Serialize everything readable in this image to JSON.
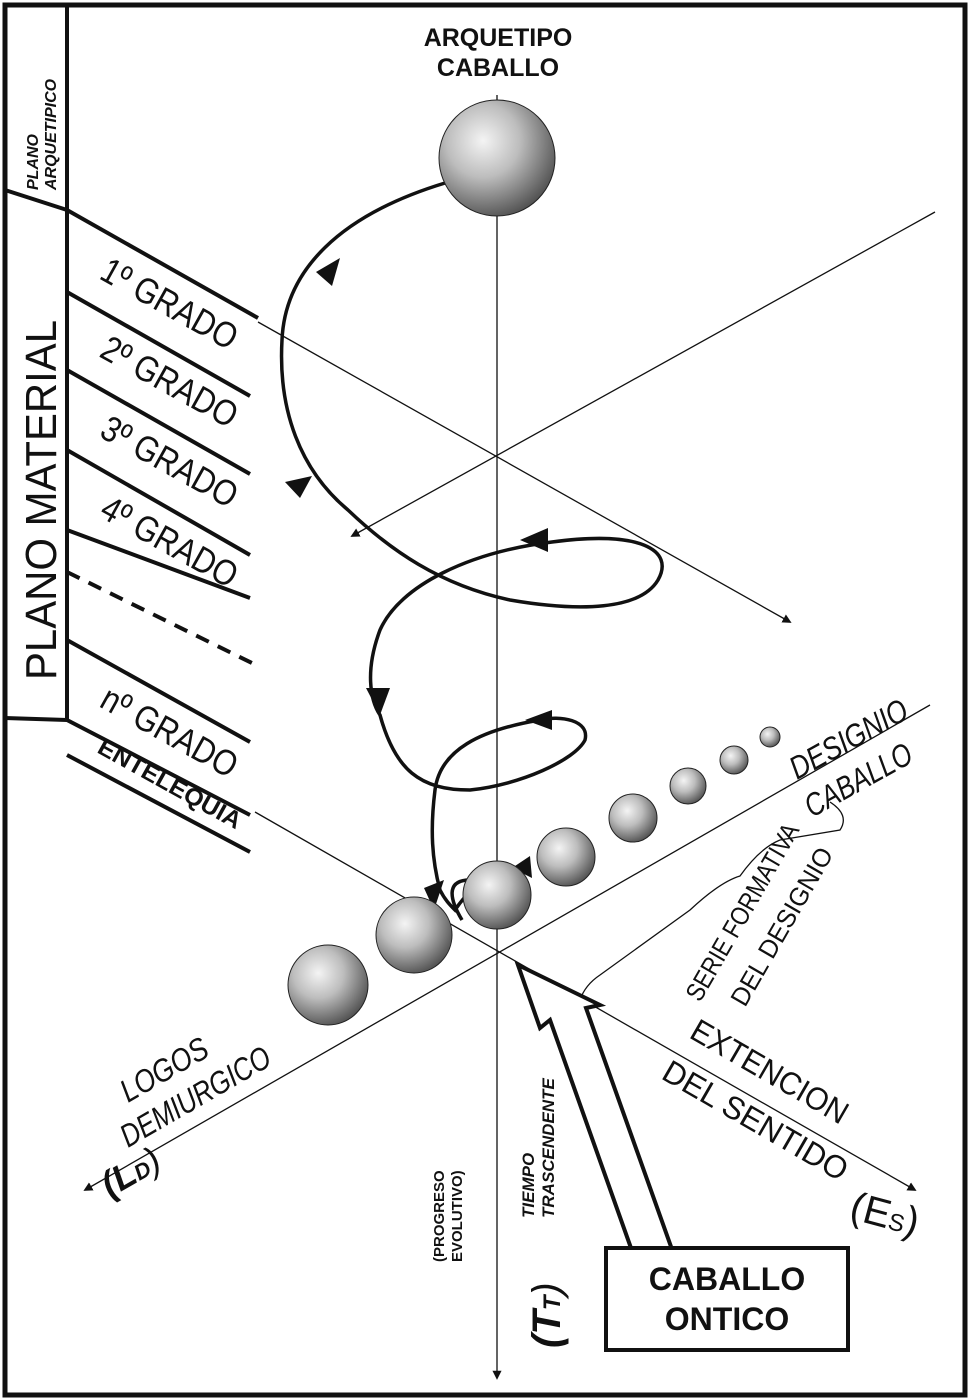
{
  "archetype": {
    "line1": "ARQUETIPO",
    "line2": "CABALLO"
  },
  "side_labels": {
    "plano_arquetipico_line1": "PLANO",
    "plano_arquetipico_line2": "ARQUETIPICO",
    "plano_material": "PLANO MATERIAL"
  },
  "grades": [
    {
      "label": "1º GRADO"
    },
    {
      "label": "2º GRADO"
    },
    {
      "label": "3º GRADO"
    },
    {
      "label": "4º GRADO"
    },
    {
      "label": "nº GRADO"
    }
  ],
  "entelequia": "ENTELEQUIA",
  "designio": {
    "line1": "DESIGNIO",
    "line2": "CABALLO"
  },
  "serie": {
    "line1": "SERIE FORMATIVA",
    "line2": "DEL DESIGNIO"
  },
  "logos": {
    "line1": "LOGOS",
    "line2": "DEMIURGICO",
    "symbol": "(L",
    "sub": "D",
    "close": ")"
  },
  "extension": {
    "line1": "EXTENCION",
    "line2": "DEL SENTIDO",
    "symbol": "(E",
    "sub": "S",
    "close": ")"
  },
  "tiempo": {
    "progreso_line1": "(PROGRESO",
    "progreso_line2": "EVOLUTIVO)",
    "tiempo_line1": "TIEMPO",
    "tiempo_line2": "TRASCENDENTE",
    "symbol": "(T",
    "sub": "T",
    "close": ")"
  },
  "callout": {
    "line1": "CABALLO",
    "line2": "ONTICO"
  },
  "colors": {
    "ink": "#111111",
    "sphere_light": "#f2f2f2",
    "sphere_dark": "#5a5a5a",
    "paper": "#ffffff"
  }
}
